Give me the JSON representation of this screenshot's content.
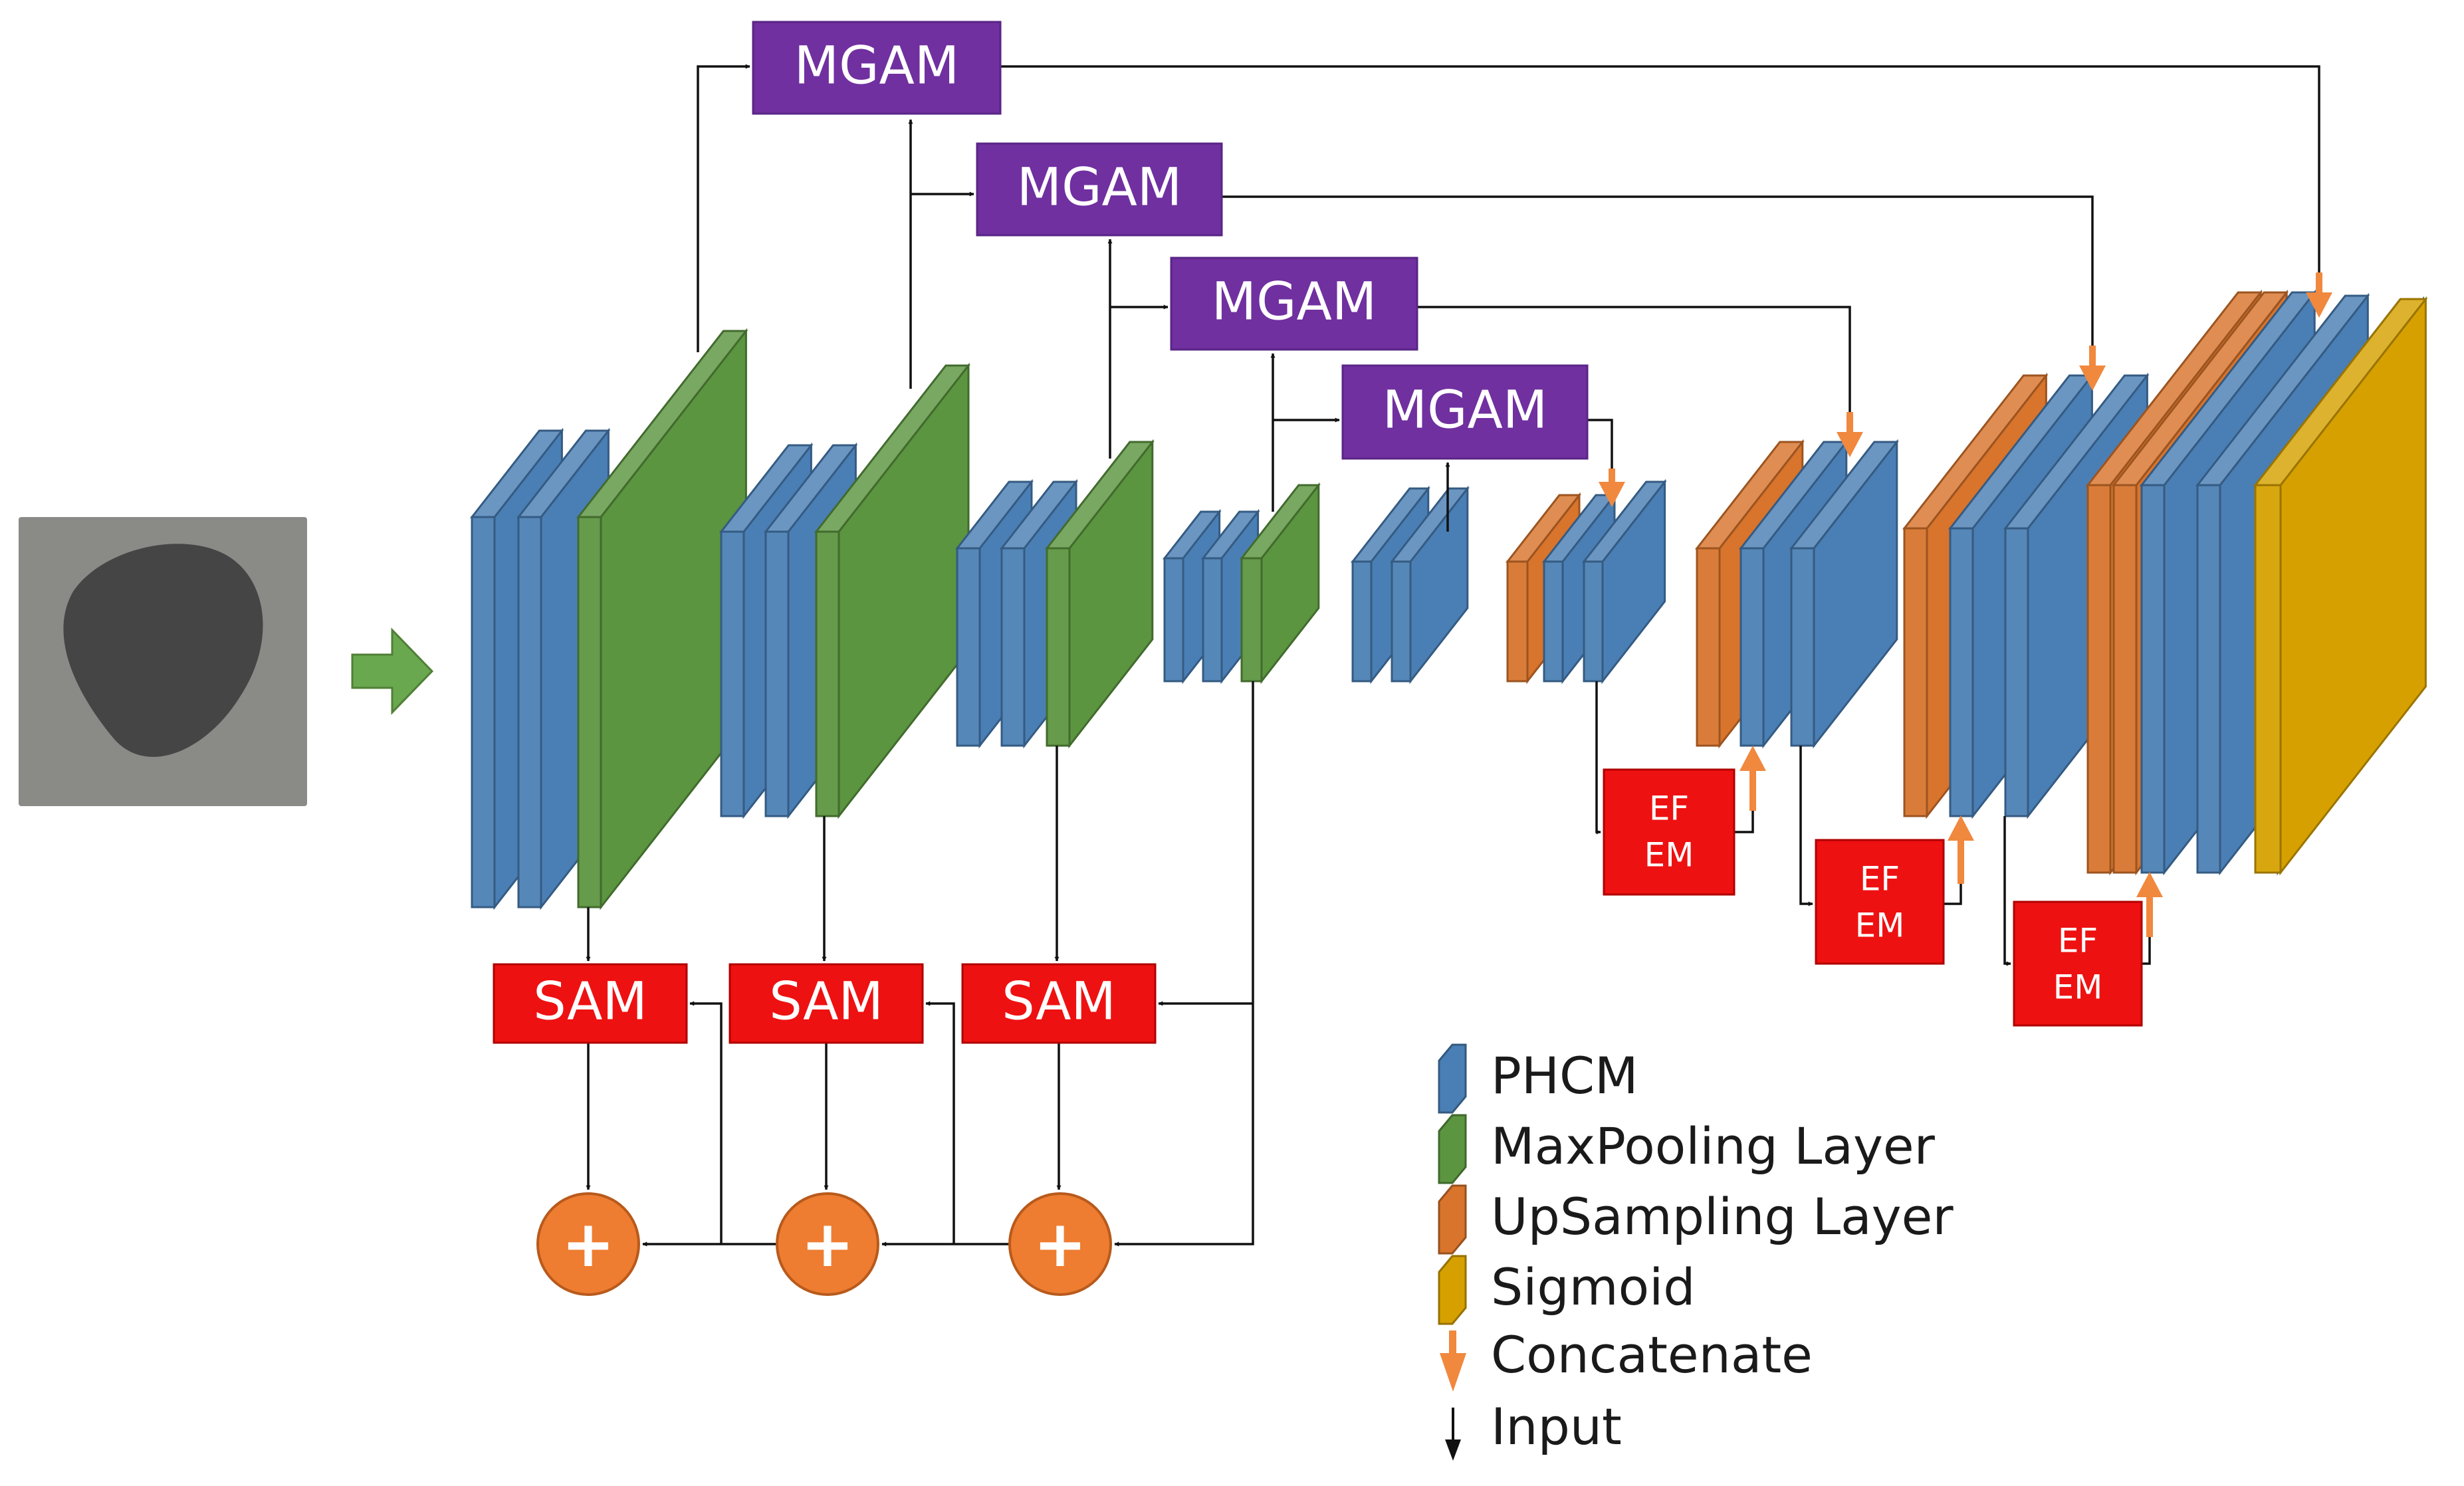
{
  "colors": {
    "phcm": "#4a7fb5",
    "maxpool": "#5b9540",
    "upsample": "#d8742c",
    "sigmoid": "#d6a100",
    "module_purple": "#7030a0",
    "module_red": "#ee1111",
    "add_circle": "#ee7d31",
    "concat_arrow": "#f0883e",
    "input_arrow": "#111111",
    "input_image_bg": "#8a8a86",
    "input_image_lesion": "#454545"
  },
  "modules": {
    "mgam": [
      "MGAM",
      "MGAM",
      "MGAM",
      "MGAM"
    ],
    "sam": [
      "SAM",
      "SAM",
      "SAM"
    ],
    "efem": [
      {
        "line1": "EF",
        "line2": "EM"
      },
      {
        "line1": "EF",
        "line2": "EM"
      },
      {
        "line1": "EF",
        "line2": "EM"
      }
    ],
    "add_symbol": "+"
  },
  "legend": [
    {
      "label": "PHCM",
      "kind": "block",
      "color": "#4a7fb5"
    },
    {
      "label": "MaxPooling Layer",
      "kind": "block",
      "color": "#5b9540"
    },
    {
      "label": "UpSampling Layer",
      "kind": "block",
      "color": "#d8742c"
    },
    {
      "label": "Sigmoid",
      "kind": "block",
      "color": "#d6a100"
    },
    {
      "label": "Concatenate",
      "kind": "orange-arrow",
      "color": "#f0883e"
    },
    {
      "label": "Input",
      "kind": "black-arrow",
      "color": "#111111"
    }
  ]
}
